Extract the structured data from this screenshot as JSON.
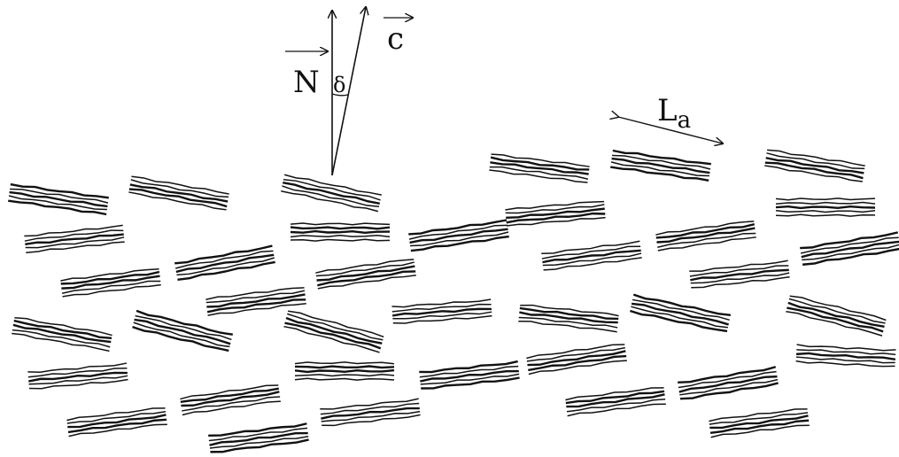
{
  "labels": {
    "normal_vector": "N",
    "angle": "δ",
    "c_axis_vector": "c",
    "crystallite_length": "L",
    "crystallite_length_sub": "a"
  },
  "colors": {
    "ink": "#111111",
    "background": "#ffffff"
  }
}
